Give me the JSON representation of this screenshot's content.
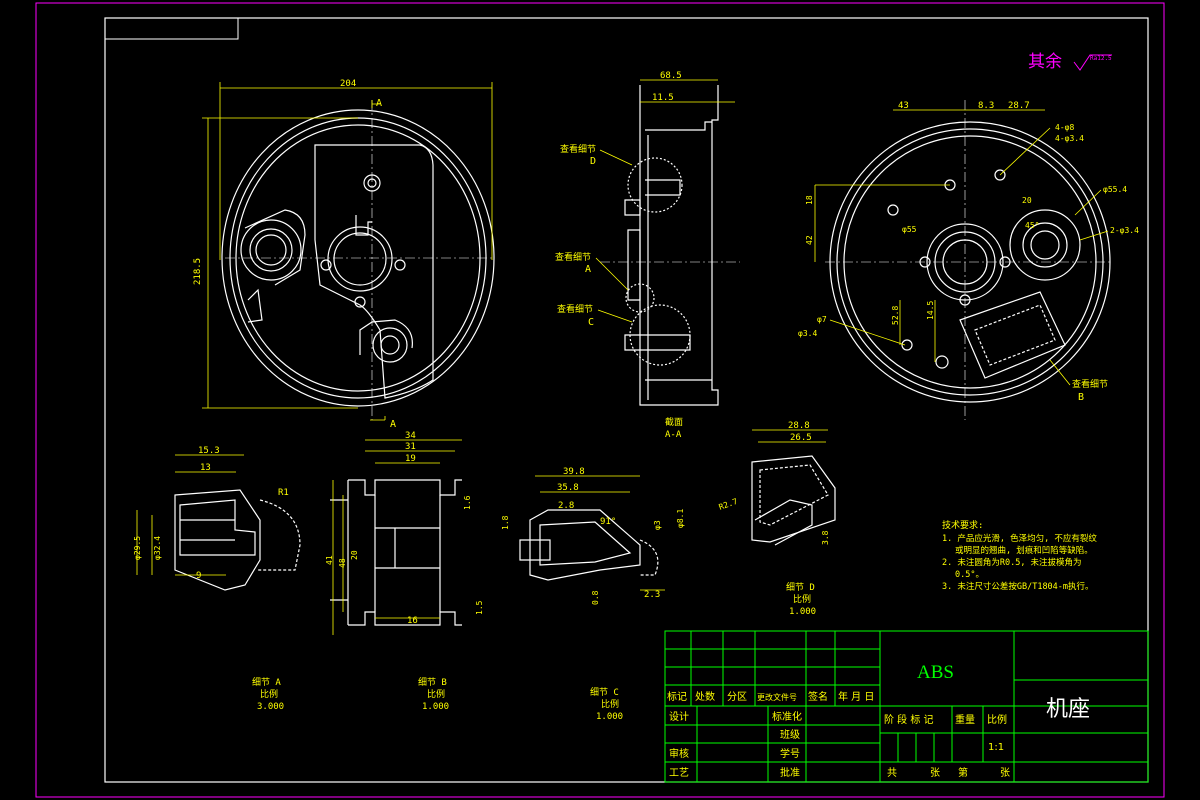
{
  "roughness_note": {
    "text": "其余",
    "symbol": "Ra12.5"
  },
  "section_marks": {
    "a_top": "A",
    "a_bottom": "A"
  },
  "main_view": {
    "width_dim": "204",
    "height_dim": "218.5"
  },
  "section_view": {
    "dims": [
      "68.5",
      "11.5"
    ],
    "callouts": [
      {
        "line1": "查看细节",
        "line2": "D"
      },
      {
        "line1": "查看细节",
        "line2": "A"
      },
      {
        "line1": "查看细节",
        "line2": "C"
      }
    ],
    "title_line1": "截面",
    "title_line2": "A-A"
  },
  "right_view": {
    "dims": [
      "43",
      "8.3",
      "28.7",
      "4-φ8",
      "4-φ3.4",
      "φ55.4",
      "20",
      "45°",
      "2-φ3.4",
      "18",
      "42",
      "φ55",
      "52.8",
      "14.5",
      "φ7",
      "φ3.4"
    ],
    "callout_line1": "查看细节",
    "callout_line2": "B"
  },
  "detail_a": {
    "dims": [
      "15.3",
      "13",
      "9",
      "R1",
      "φ29.5",
      "φ32.4"
    ],
    "title": "细节 A",
    "scale_label": "比例",
    "scale": "3.000"
  },
  "detail_b": {
    "dims": [
      "34",
      "31",
      "19",
      "20",
      "16",
      "41",
      "48",
      "1.6",
      "1.5"
    ],
    "title": "细节 B",
    "scale_label": "比例",
    "scale": "1.000"
  },
  "detail_c": {
    "dims": [
      "39.8",
      "35.8",
      "2.8",
      "91°",
      "1.8",
      "φ3",
      "φ8.1",
      "2.3",
      "0.8"
    ],
    "title": "细节 C",
    "scale_label": "比例",
    "scale": "1.000"
  },
  "detail_d": {
    "dims": [
      "28.8",
      "26.5",
      "R2.7",
      "3.8"
    ],
    "title": "细节 D",
    "scale_label": "比例",
    "scale": "1.000"
  },
  "tech_requirements": {
    "title": "技术要求:",
    "lines": [
      "1. 产品应光滑, 色泽均匀, 不应有裂纹",
      "或明显的翘曲, 划痕和凹陷等缺陷。",
      "2. 未注圆角为R0.5, 未注拔模角为",
      "0.5°。",
      "3. 未注尺寸公差按GB/T1804-m执行。"
    ]
  },
  "title_block": {
    "material": "ABS",
    "part_name": "机座",
    "revision_headers": [
      "标记",
      "处数",
      "分区",
      "更改文件号",
      "签名",
      "年 月 日"
    ],
    "left_labels": [
      "设计",
      "审核",
      "工艺"
    ],
    "mid_labels": [
      "标准化",
      "班级",
      "学号",
      "批准"
    ],
    "stage_headers": [
      "阶 段 标 记",
      "重量",
      "比例"
    ],
    "scale_value": "1:1",
    "sheet_label_total": "共",
    "sheet_label_unit": "张",
    "sheet_label_no": "第",
    "sheet_label_unit2": "张"
  }
}
